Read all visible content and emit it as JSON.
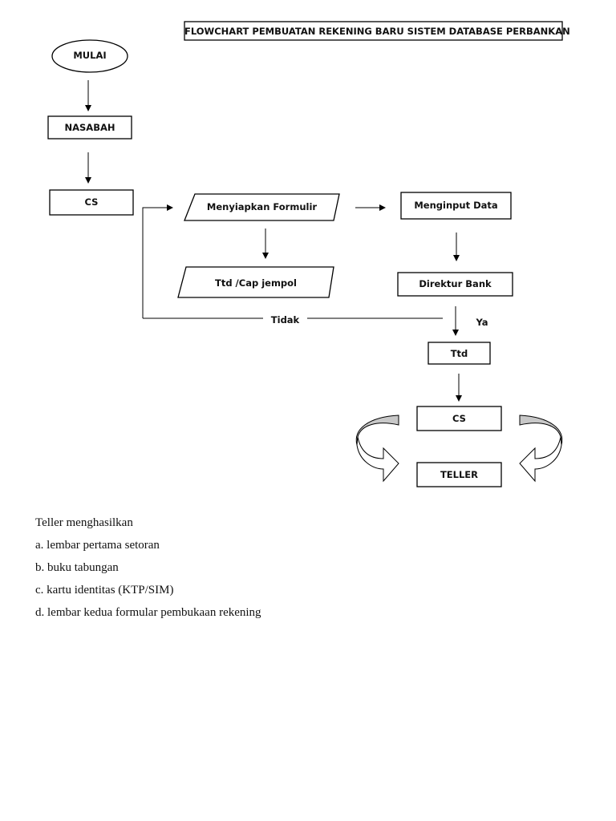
{
  "title": "FLOWCHART PEMBUATAN REKENING BARU SISTEM DATABASE PERBANKAN",
  "nodes": {
    "start": "MULAI",
    "nasabah": "NASABAH",
    "cs1": "CS",
    "form": "Menyiapkan Formulir",
    "sign": "Ttd /Cap jempol",
    "input": "Menginput Data",
    "director": "Direktur Bank",
    "ttd": "Ttd",
    "cs2": "CS",
    "teller": "TELLER"
  },
  "edges": {
    "no": "Tidak",
    "yes": "Ya"
  },
  "notes": {
    "heading": "Teller menghasilkan",
    "items": [
      "a. lembar pertama setoran",
      "b. buku tabungan",
      "c. kartu identitas (KTP/SIM)",
      "d. lembar kedua formular pembukaan rekening"
    ]
  }
}
